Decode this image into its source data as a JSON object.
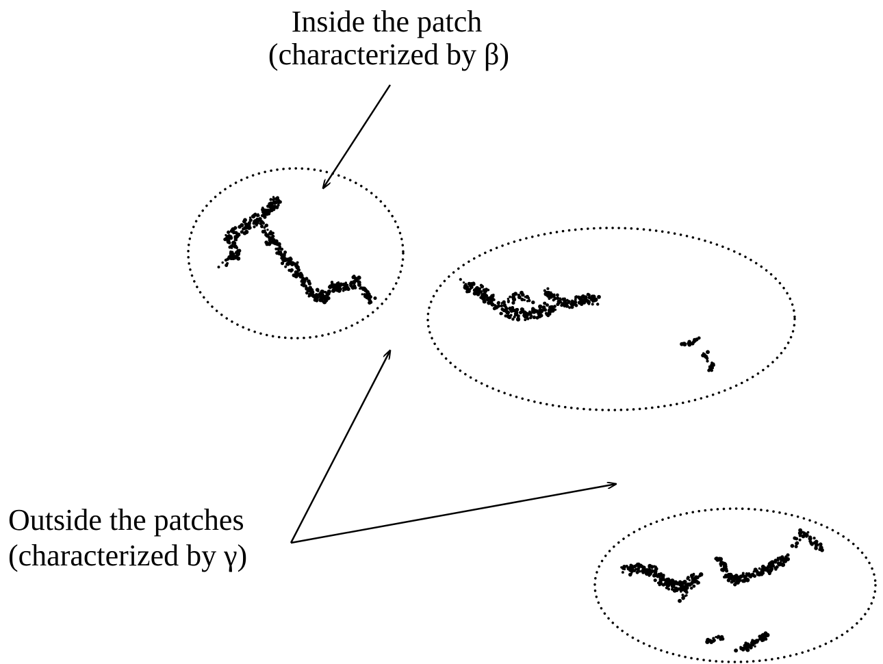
{
  "inside_label": {
    "line1": "Inside the patch",
    "line2": "(characterized by β)"
  },
  "outside_label": {
    "line1": "Outside the patches",
    "line2": "(characterized by γ)"
  },
  "colors": {
    "ink": "#000000",
    "background": "#ffffff"
  }
}
